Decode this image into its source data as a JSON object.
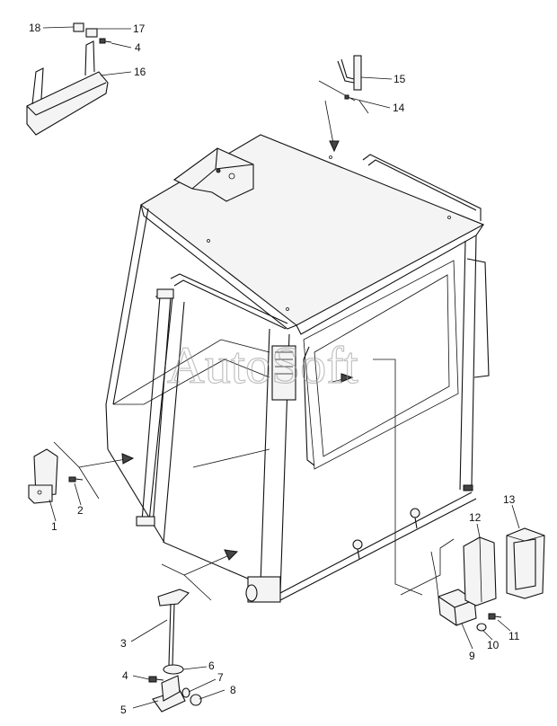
{
  "watermark": "AutoSoft",
  "callouts": {
    "c1": "1",
    "c2": "2",
    "c3": "3",
    "c4a": "4",
    "c4b": "4",
    "c5": "5",
    "c6": "6",
    "c7": "7",
    "c8": "8",
    "c9": "9",
    "c10": "10",
    "c11": "11",
    "c12": "12",
    "c13": "13",
    "c14": "14",
    "c15": "15",
    "c16": "16",
    "c17": "17",
    "c18": "18"
  }
}
